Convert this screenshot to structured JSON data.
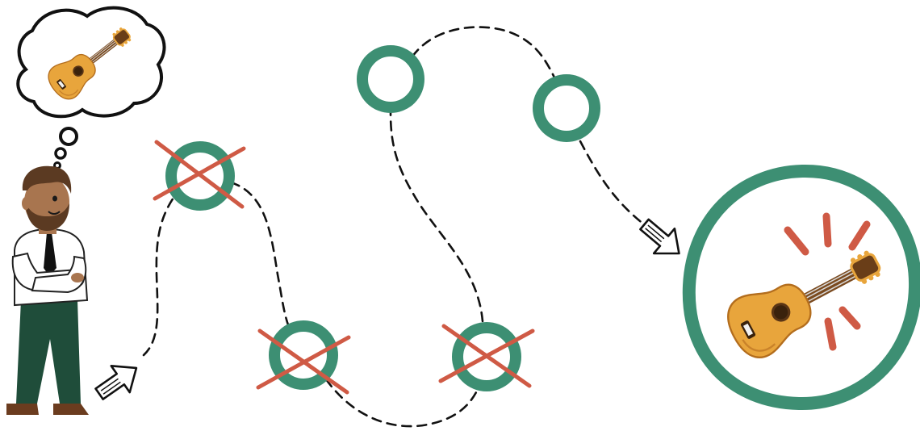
{
  "colors": {
    "background": "#ffffff",
    "ring": "#3d8f73",
    "cross": "#cf5a45",
    "path": "#111111",
    "guitar_body": "#e8a53c",
    "guitar_neck": "#7a4a1f",
    "skin": "#a8754f",
    "hair": "#5b3a22",
    "shirt": "#ffffff",
    "pants": "#1f4d3a",
    "shoes": "#6b3c1f"
  },
  "icons": {
    "person": "person-thinking-icon",
    "thought": "thought-bubble-icon",
    "guitar": "guitar-icon",
    "arrow": "hand-drawn-arrow-icon",
    "cross": "cross-out-icon",
    "spark": "spark-lines-icon"
  },
  "steps": [
    {
      "id": "step-1",
      "status": "failed"
    },
    {
      "id": "step-2",
      "status": "failed"
    },
    {
      "id": "step-3",
      "status": "open"
    },
    {
      "id": "step-4",
      "status": "failed"
    },
    {
      "id": "step-5",
      "status": "open"
    },
    {
      "id": "goal",
      "status": "reached",
      "content": "guitar"
    }
  ]
}
